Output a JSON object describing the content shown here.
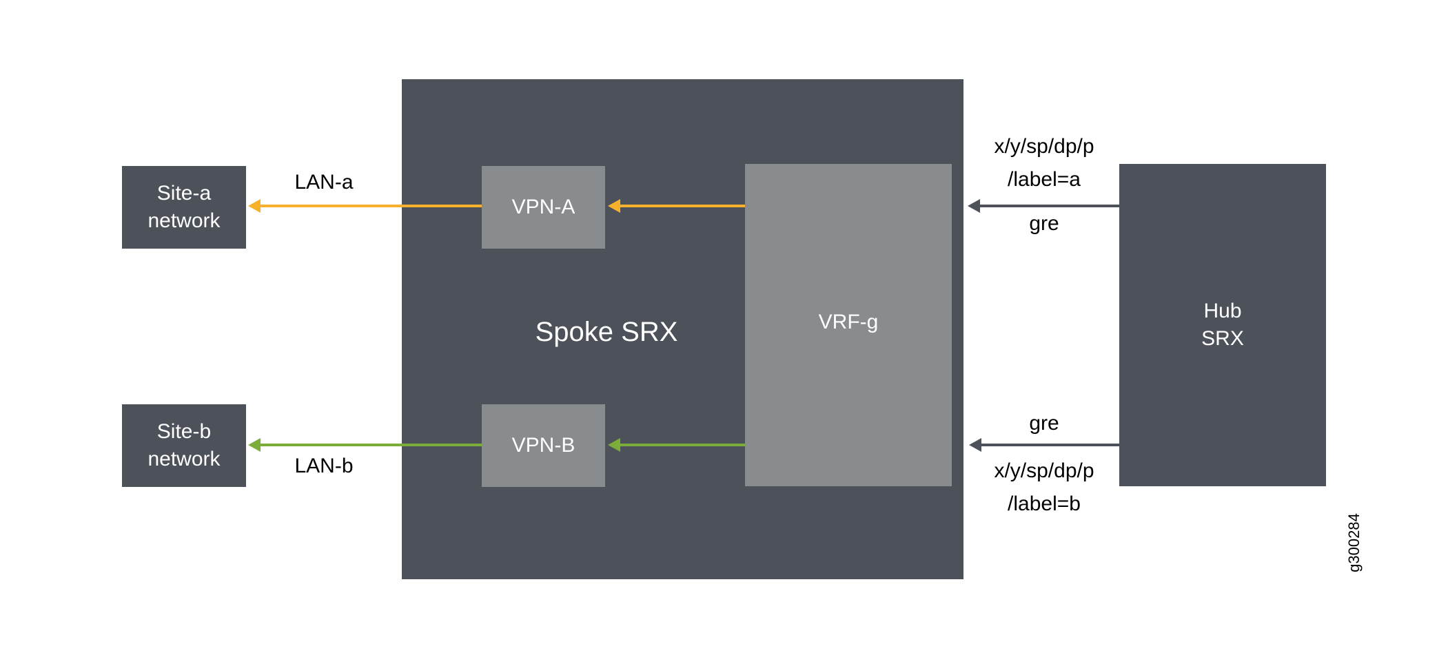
{
  "diagram": {
    "nodes": {
      "site_a": "Site-a\nnetwork",
      "site_b": "Site-b\nnetwork",
      "spoke": "Spoke SRX",
      "vpn_a": "VPN-A",
      "vpn_b": "VPN-B",
      "vrf": "VRF-g",
      "hub": "Hub\nSRX"
    },
    "labels": {
      "lan_a": "LAN-a",
      "lan_b": "LAN-b",
      "top_tuple": "x/y/sp/dp/p",
      "top_label": "/label=a",
      "top_gre": "gre",
      "bottom_gre": "gre",
      "bottom_tuple": "x/y/sp/dp/p",
      "bottom_label": "/label=b"
    },
    "id": "g300284",
    "colors": {
      "box_dark": "#4d515a",
      "box_light": "#888c8f",
      "arrow_a": "#f8b12c",
      "arrow_b": "#7cac3a",
      "arrow_hub": "#4d515a"
    }
  }
}
